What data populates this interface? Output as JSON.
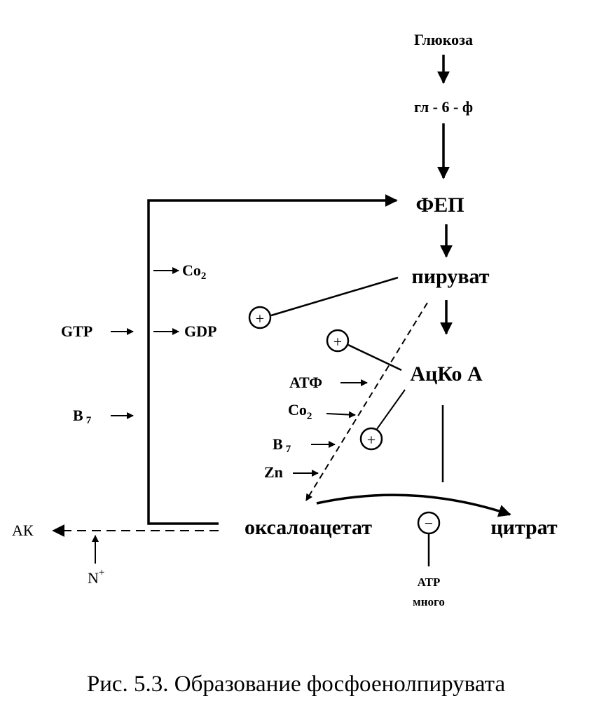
{
  "nodes": {
    "glucose": "Глюкоза",
    "g6p": "гл - 6 - ф",
    "fep": "ФЕП",
    "pyruvate": "пируват",
    "acetyl_coa": "АцКо А",
    "oxaloacetate": "оксалоацетат",
    "citrate": "цитрат",
    "ak": "АК"
  },
  "cofactors": {
    "co2_left": "Co",
    "co2_left_sub": "2",
    "gtp": "GTP",
    "gdp": "GDP",
    "b7_left": "B",
    "b7_left_sub": "7",
    "atf": "АТФ",
    "co2_mid": "Co",
    "co2_mid_sub": "2",
    "b7_mid": "B",
    "b7_mid_sub": "7",
    "zn": "Zn",
    "n": "N",
    "n_sup": "+",
    "atp": "ATP",
    "mnogo": "много"
  },
  "signs": {
    "plus": "+",
    "minus": "−"
  },
  "caption": "Рис. 5.3. Образование фосфоенолпирувата"
}
